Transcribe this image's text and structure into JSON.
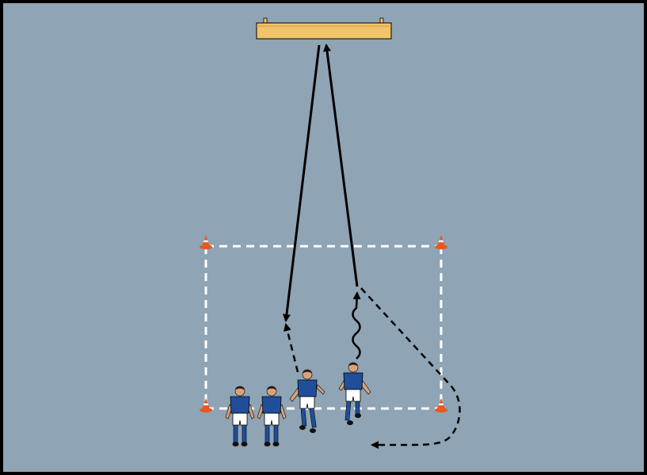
{
  "diagram": {
    "kind": "soccer-drill",
    "colors": {
      "pitch": "#8fa4b4",
      "border": "#000000",
      "rebounder": "#f2c46a",
      "cone_orange": "#e8581c",
      "cone_stripe": "#ffffff",
      "boundary": "#ffffff",
      "arrow": "#000000",
      "jersey": "#1f4f9a",
      "shorts": "#ffffff",
      "skin": "#d9a27a",
      "hair": "#2b1d14",
      "socks": "#1f4f9a",
      "boots": "#111111"
    },
    "equipment": {
      "rebounder_icon": "rebound-board-icon",
      "cone_icon": "training-cone-icon",
      "cone_count": 4
    },
    "players": [
      {
        "id": "player-1",
        "icon": "player-icon",
        "facing": "up"
      },
      {
        "id": "player-2",
        "icon": "player-icon",
        "facing": "up"
      },
      {
        "id": "player-3",
        "icon": "player-icon",
        "facing": "up-left"
      },
      {
        "id": "player-4",
        "icon": "player-icon",
        "facing": "up-right"
      }
    ],
    "movements": [
      {
        "id": "pass-to-board",
        "style": "solid",
        "meaning": "pass"
      },
      {
        "id": "rebound-return",
        "style": "solid",
        "meaning": "pass"
      },
      {
        "id": "dribble",
        "style": "wavy",
        "meaning": "dribble"
      },
      {
        "id": "run-support",
        "style": "dashed",
        "meaning": "run"
      },
      {
        "id": "run-rejoin",
        "style": "dashed",
        "meaning": "run"
      }
    ]
  }
}
